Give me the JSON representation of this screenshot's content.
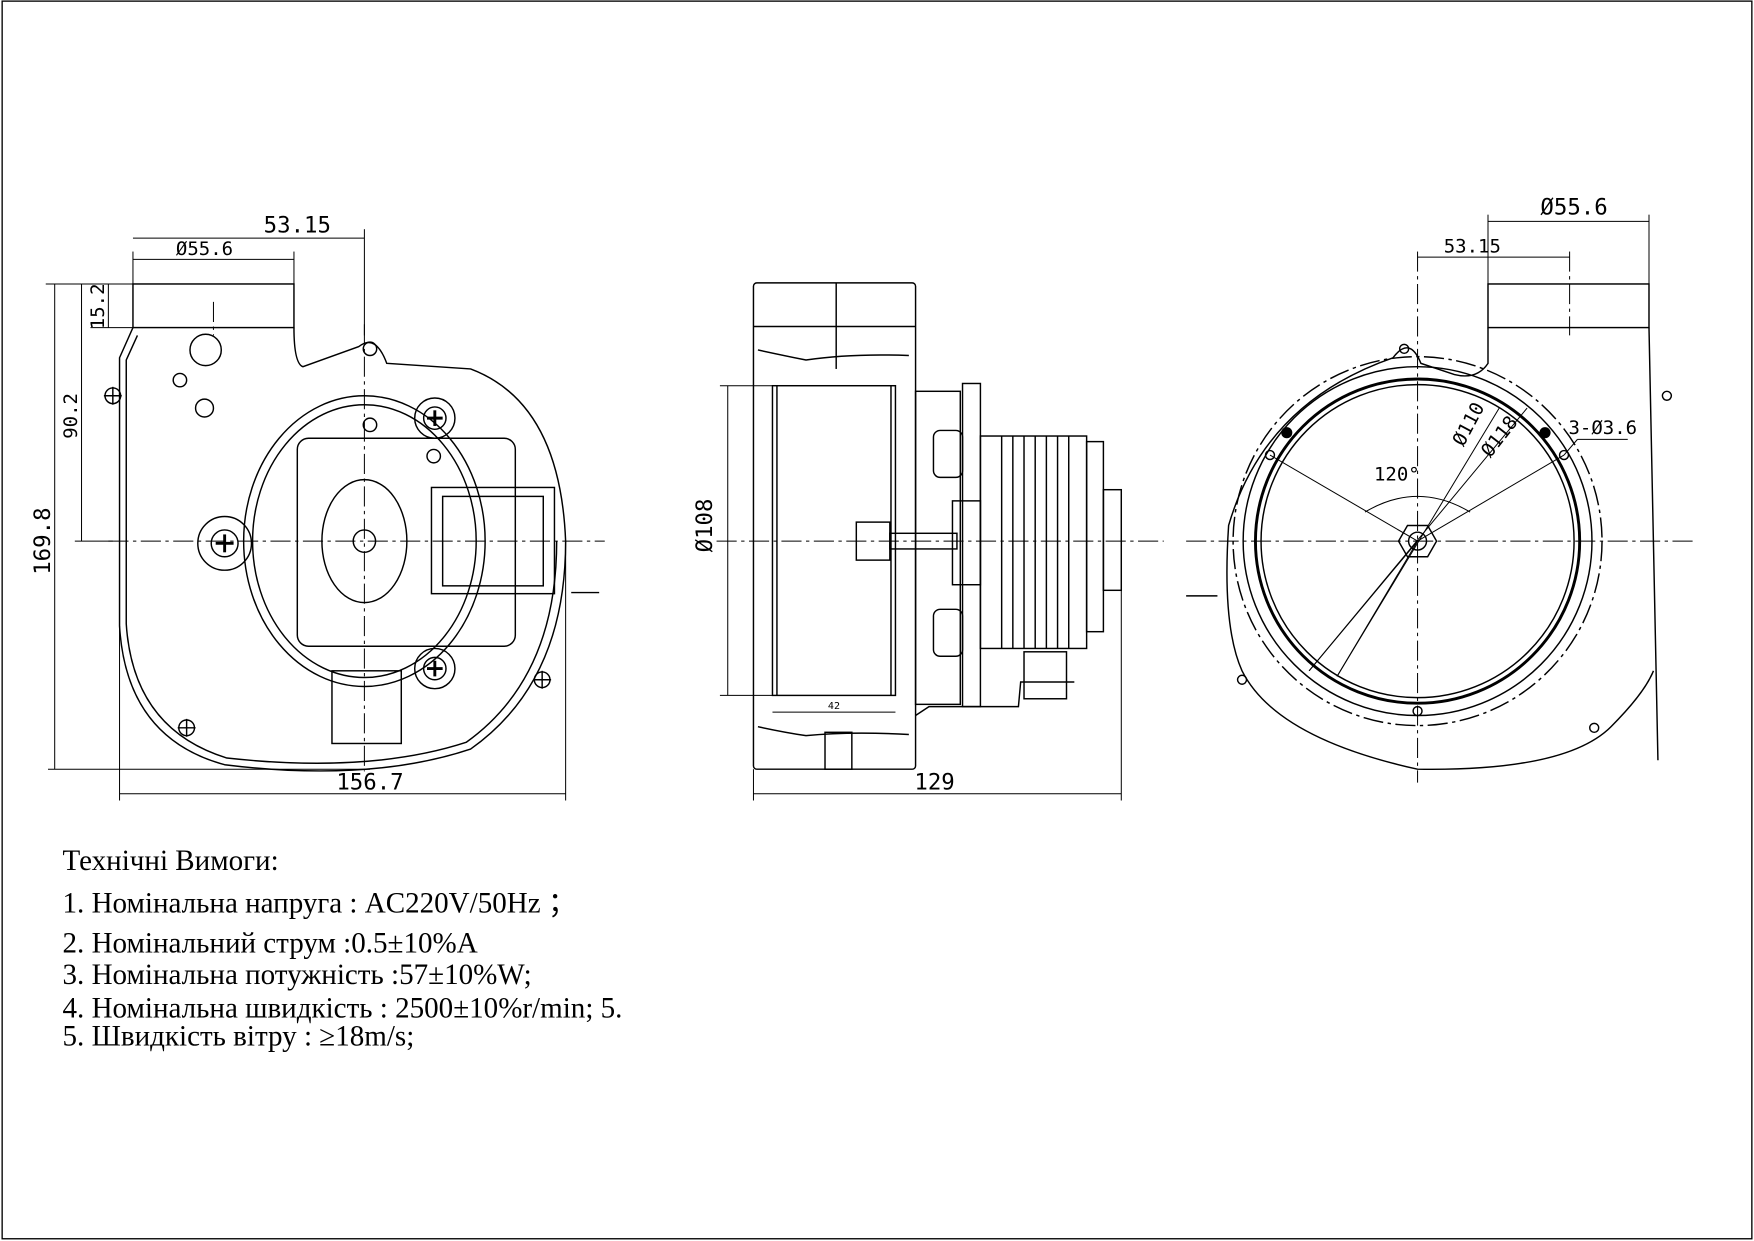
{
  "left_view": {
    "dim_outlet_offset": "53.15",
    "dim_outlet_diameter": "Ø55.6",
    "dim_outlet_height": "15.2",
    "dim_center_height": "90.2",
    "dim_total_height": "169.8",
    "dim_total_width": "156.7"
  },
  "side_view": {
    "dim_impeller_diameter": "Ø108",
    "dim_impeller_width": "42",
    "dim_total_depth": "129"
  },
  "right_view": {
    "dim_outlet_diameter": "Ø55.6",
    "dim_outlet_offset": "53.15",
    "dim_diameter_110": "Ø110",
    "dim_diameter_118": "Ø118",
    "dim_holes": "3-Ø3.6",
    "dim_angle": "120°"
  },
  "requirements": {
    "title": "Технічні Вимоги:",
    "items": [
      "1. Номінальна напруга : AC220V/50Hz ；",
      "2. Номінальний струм :0.5±10%A",
      "3. Номінальна потужність :57±10%W;",
      "4. Номінальна швидкість : 2500±10%r/min; 5.",
      "5. Швидкість вітру : ≥18m/s;"
    ]
  }
}
